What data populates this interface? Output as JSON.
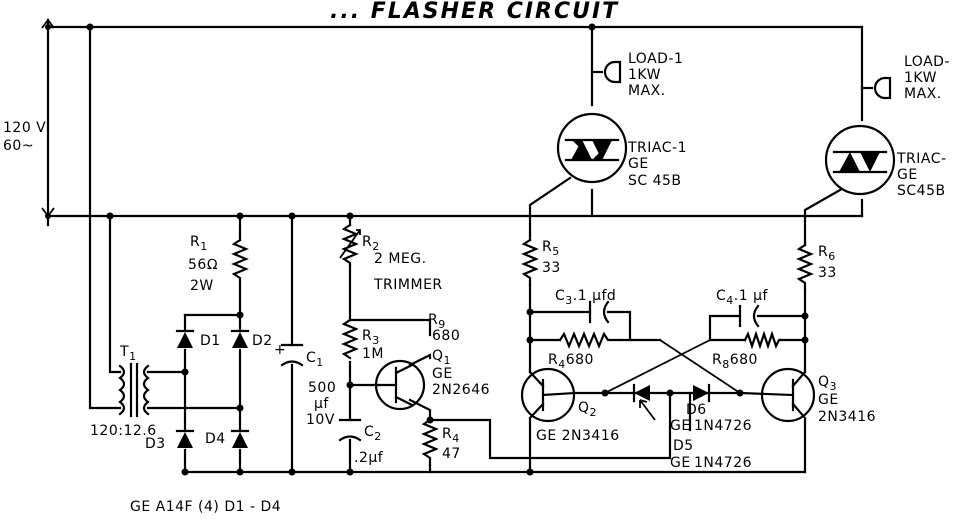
{
  "title": "... FLASHER CIRCUIT",
  "supply": {
    "voltage": "120 V",
    "freq": "60~"
  },
  "loads": [
    {
      "name": "LOAD-1",
      "power": "1KW",
      "max": "MAX."
    },
    {
      "name": "LOAD-",
      "power": "1KW",
      "max": "MAX."
    }
  ],
  "triacs": [
    {
      "name": "TRIAC-1",
      "maker": "GE",
      "part": "SC 45B"
    },
    {
      "name": "TRIAC-",
      "maker": "GE",
      "part": "SC45B"
    }
  ],
  "resistors": {
    "r1": {
      "name": "R",
      "sub": "1",
      "value": "56Ω",
      "rating": "2W"
    },
    "r2": {
      "name": "R",
      "sub": "2",
      "value": "2 MEG.",
      "note": "TRIMMER"
    },
    "r3": {
      "name": "R",
      "sub": "3",
      "value": "1M"
    },
    "r4": {
      "name": "R",
      "sub": "4",
      "value": "47"
    },
    "r5": {
      "name": "R",
      "sub": "5",
      "value": "33"
    },
    "r6": {
      "name": "R",
      "sub": "6",
      "value": "33"
    },
    "r4b": {
      "name": "R",
      "sub": "4",
      "value": "680"
    },
    "r8": {
      "name": "R",
      "sub": "8",
      "value": "680"
    },
    "r9": {
      "name": "R",
      "sub": "9",
      "value": "680"
    }
  },
  "capacitors": {
    "c1": {
      "name": "C",
      "sub": "1",
      "value": "500",
      "unit": "µf",
      "rating": "10V"
    },
    "c2": {
      "name": "C",
      "sub": "2",
      "value": ".2µf"
    },
    "c3": {
      "label": "C",
      "sub": "3",
      "value": ".1 µfd"
    },
    "c4": {
      "label": "C",
      "sub": "4",
      "value": ".1 µf"
    }
  },
  "transformer": {
    "name": "T",
    "sub": "1",
    "ratio": "120:12.6"
  },
  "diodes": {
    "d1": "D1",
    "d2": "D2",
    "d3": "D3",
    "d4": "D4",
    "d6": {
      "name": "D6",
      "maker": "GE",
      "part": "1N4726"
    },
    "d5": {
      "name": "D5",
      "maker": "GE",
      "part": "1N4726"
    },
    "bridge_note": "GE A14F (4) D1 - D4"
  },
  "transistors": {
    "q1": {
      "name": "Q",
      "sub": "1",
      "maker": "GE",
      "part": "2N2646"
    },
    "q2": {
      "name": "Q",
      "sub": "2",
      "label": "GE 2N3416"
    },
    "q3": {
      "name": "Q",
      "sub": "3",
      "maker": "GE",
      "part": "2N3416"
    }
  }
}
